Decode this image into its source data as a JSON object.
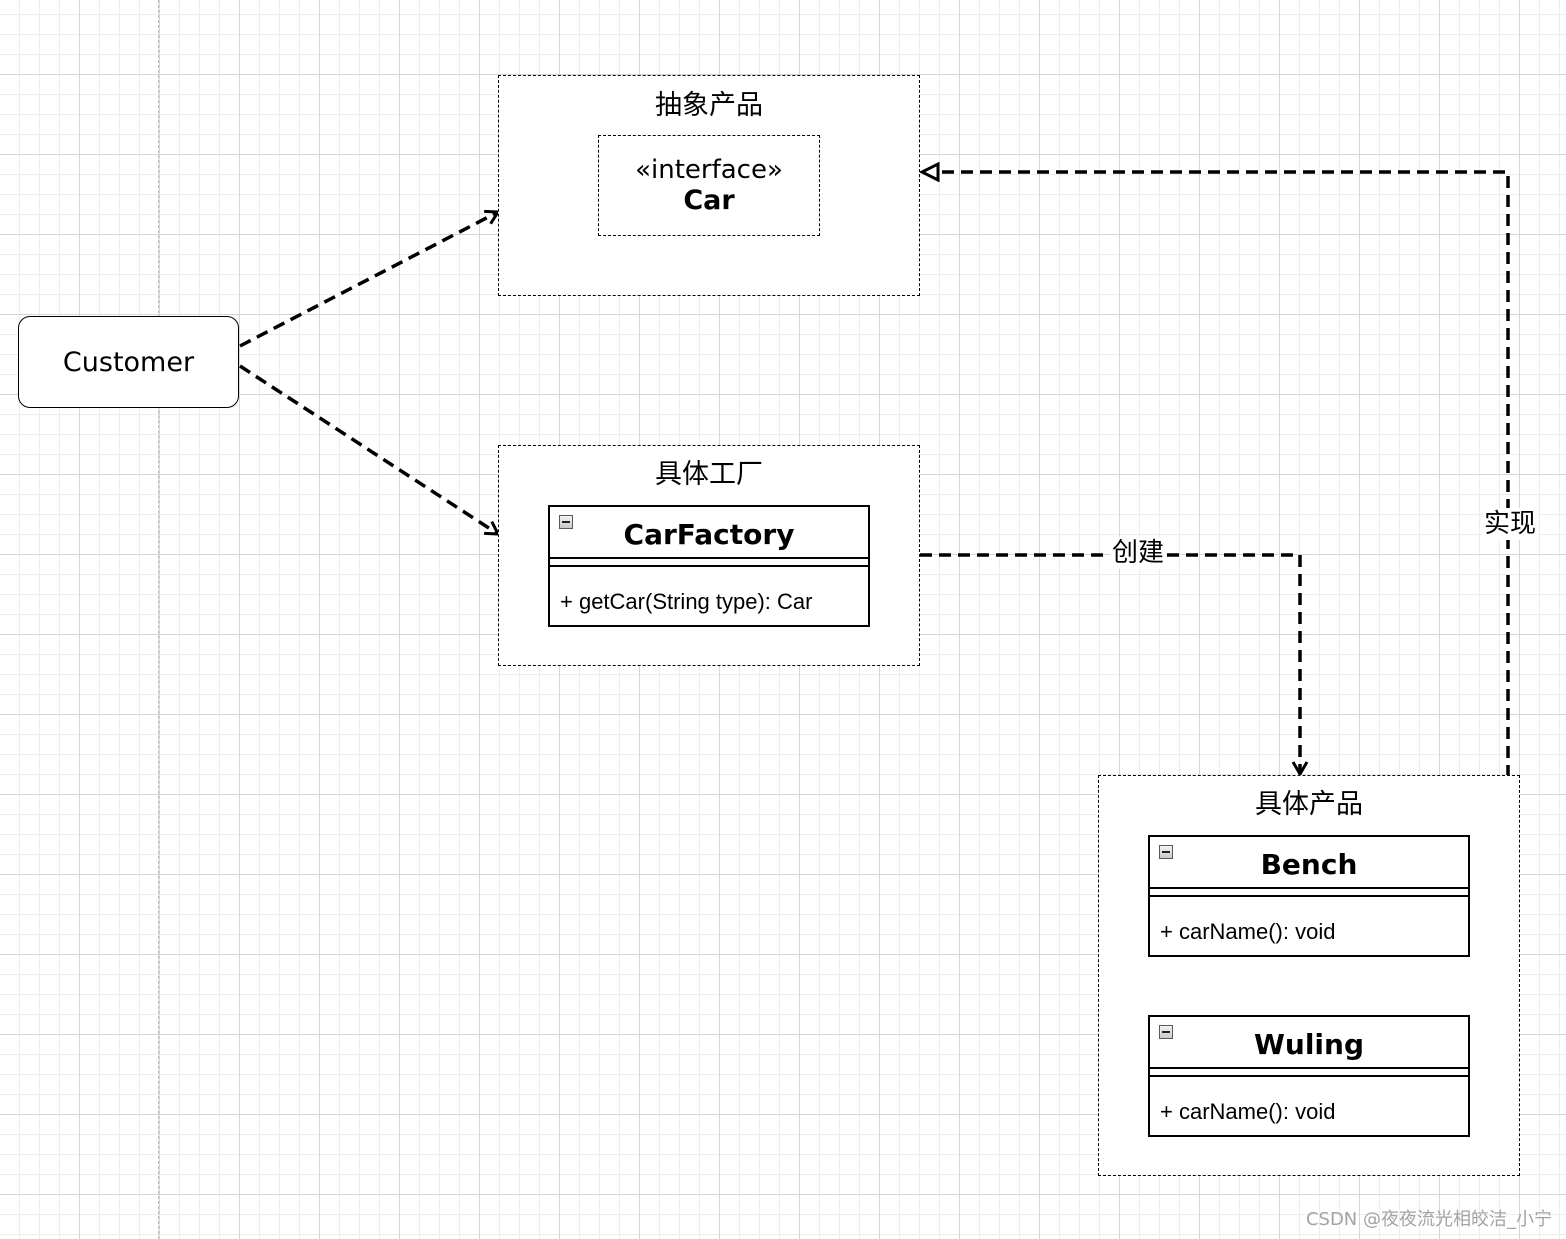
{
  "customer": {
    "label": "Customer"
  },
  "abstract_product": {
    "title": "抽象产品",
    "interface": {
      "stereotype": "«interface»",
      "name": "Car"
    }
  },
  "concrete_factory": {
    "title": "具体工厂",
    "class": {
      "name": "CarFactory",
      "method": "+ getCar(String type): Car"
    }
  },
  "concrete_product": {
    "title": "具体产品",
    "classes": [
      {
        "name": "Bench",
        "method": "+ carName(): void"
      },
      {
        "name": "Wuling",
        "method": "+ carName(): void"
      }
    ]
  },
  "edges": {
    "create_label": "创建",
    "implement_label": "实现"
  },
  "watermark": "CSDN @夜夜流光相皎洁_小宁"
}
